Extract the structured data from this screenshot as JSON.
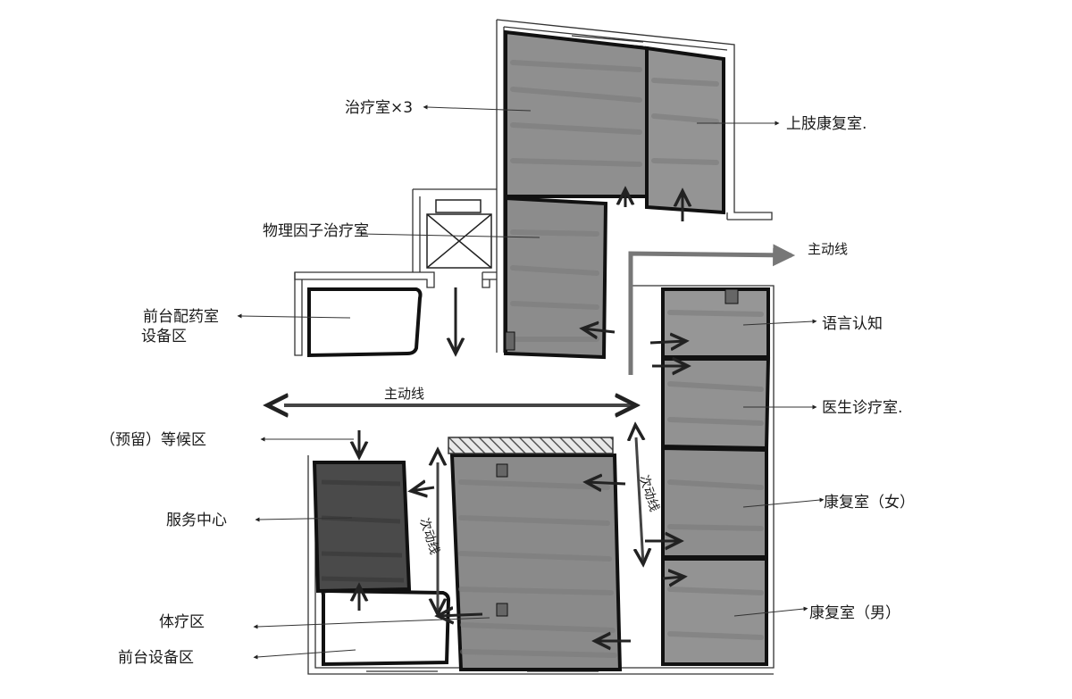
{
  "diagram": {
    "labels": {
      "treatment_room": "治疗室×3",
      "upper_limb_rehab": "上肢康复室.",
      "physical_factor": "物理因子治疗室",
      "front_desk_pharmacy": "前台配药室",
      "front_desk_pharmacy_line2": "设备区",
      "main_flow_top": "主动线",
      "main_flow_middle": "主动线",
      "reserved_waiting": "（预留）等候区",
      "service_center": "服务中心",
      "sports_area": "体疗区",
      "front_desk_equipment": "前台设备区",
      "speech_cognition": "语言认知",
      "tcm_treatment": "医生诊疗室.",
      "rehab_female": "康复室（女）",
      "rehab_male": "康复室（男）",
      "secondary_flow_left": "次动线",
      "secondary_flow_right": "次动线"
    }
  }
}
